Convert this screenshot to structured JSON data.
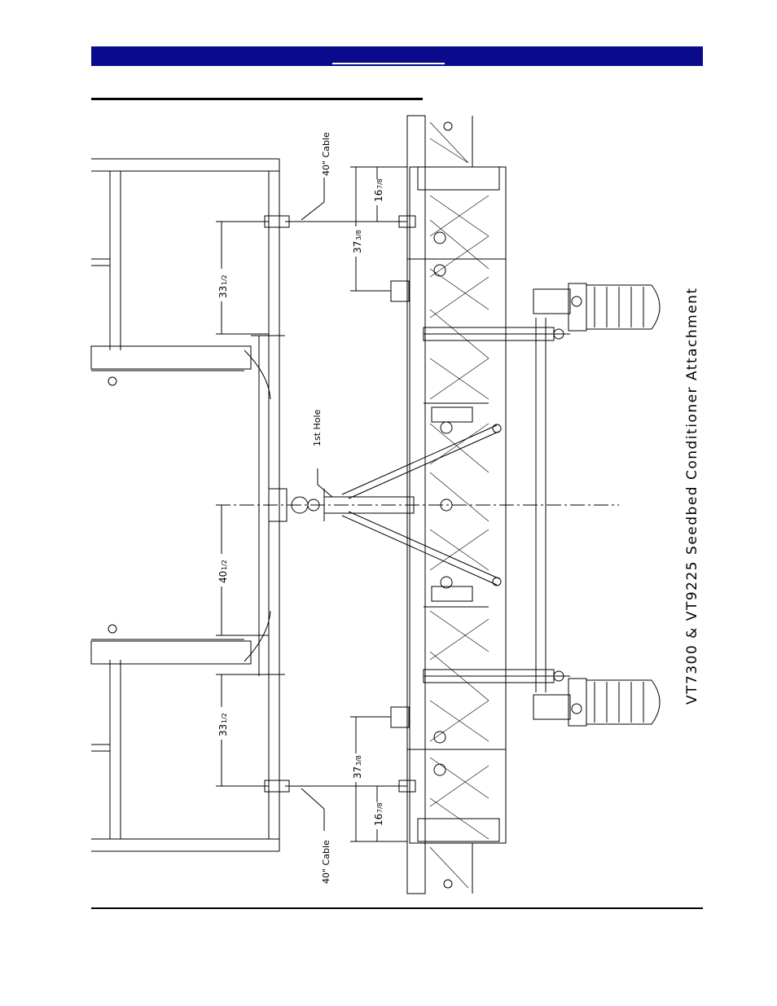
{
  "drawing": {
    "caption": "VT7300  &  VT9225  Seedbed  Conditioner  Attachment",
    "labels": {
      "cable_top": "40\"  Cable",
      "cable_bottom": "40\"  Cable",
      "first_hole": "1st  Hole"
    },
    "dimensions": {
      "top_short": "16",
      "top_short_frac": "7/8",
      "top_long": "37",
      "top_long_frac": "3/8",
      "upper_span": "33",
      "upper_span_frac": "1/2",
      "center_span": "40",
      "center_span_frac": "1/2",
      "lower_span": "33",
      "lower_span_frac": "1/2",
      "bottom_long": "37",
      "bottom_long_frac": "3/8",
      "bottom_short": "16",
      "bottom_short_frac": "7/8"
    }
  },
  "colors": {
    "header_bar": "#0a0a8c",
    "line": "#000000"
  }
}
